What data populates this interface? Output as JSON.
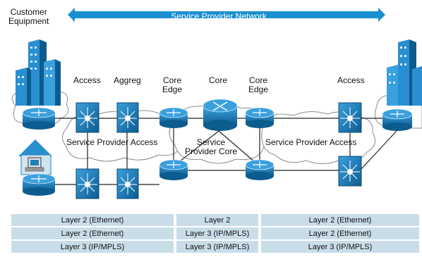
{
  "banner": {
    "customer_equipment": "Customer\nEquipment",
    "service_provider_network": "Service Provider Network",
    "color": "#1a8fd0"
  },
  "node_labels": {
    "access_left": "Access",
    "aggreg": "Aggreg",
    "core_edge_left": "Core\nEdge",
    "core": "Core",
    "core_edge_right": "Core\nEdge",
    "access_right": "Access"
  },
  "region_labels": {
    "access_left": "Service Provider Access",
    "core": "Service\nProvider Core",
    "access_right": "Service Provider Access"
  },
  "table": {
    "rows": [
      [
        "Layer 2 (Ethernet)",
        "Layer 2",
        "Layer 2 (Ethernet)"
      ],
      [
        "Layer 2 (Ethernet)",
        "Layer 3 (IP/MPLS)",
        "Layer 2 (Ethernet)"
      ],
      [
        "Layer 3 (IP/MPLS)",
        "Layer 3 (IP/MPLS)",
        "Layer 3 (IP/MPLS)"
      ]
    ],
    "cell_color": "#c9dde9"
  },
  "colors": {
    "device_blue": "#1d7fb8",
    "device_dark": "#0d5c8f",
    "building": "#2a8fd0",
    "cloud_stroke": "#8c8c8c"
  }
}
